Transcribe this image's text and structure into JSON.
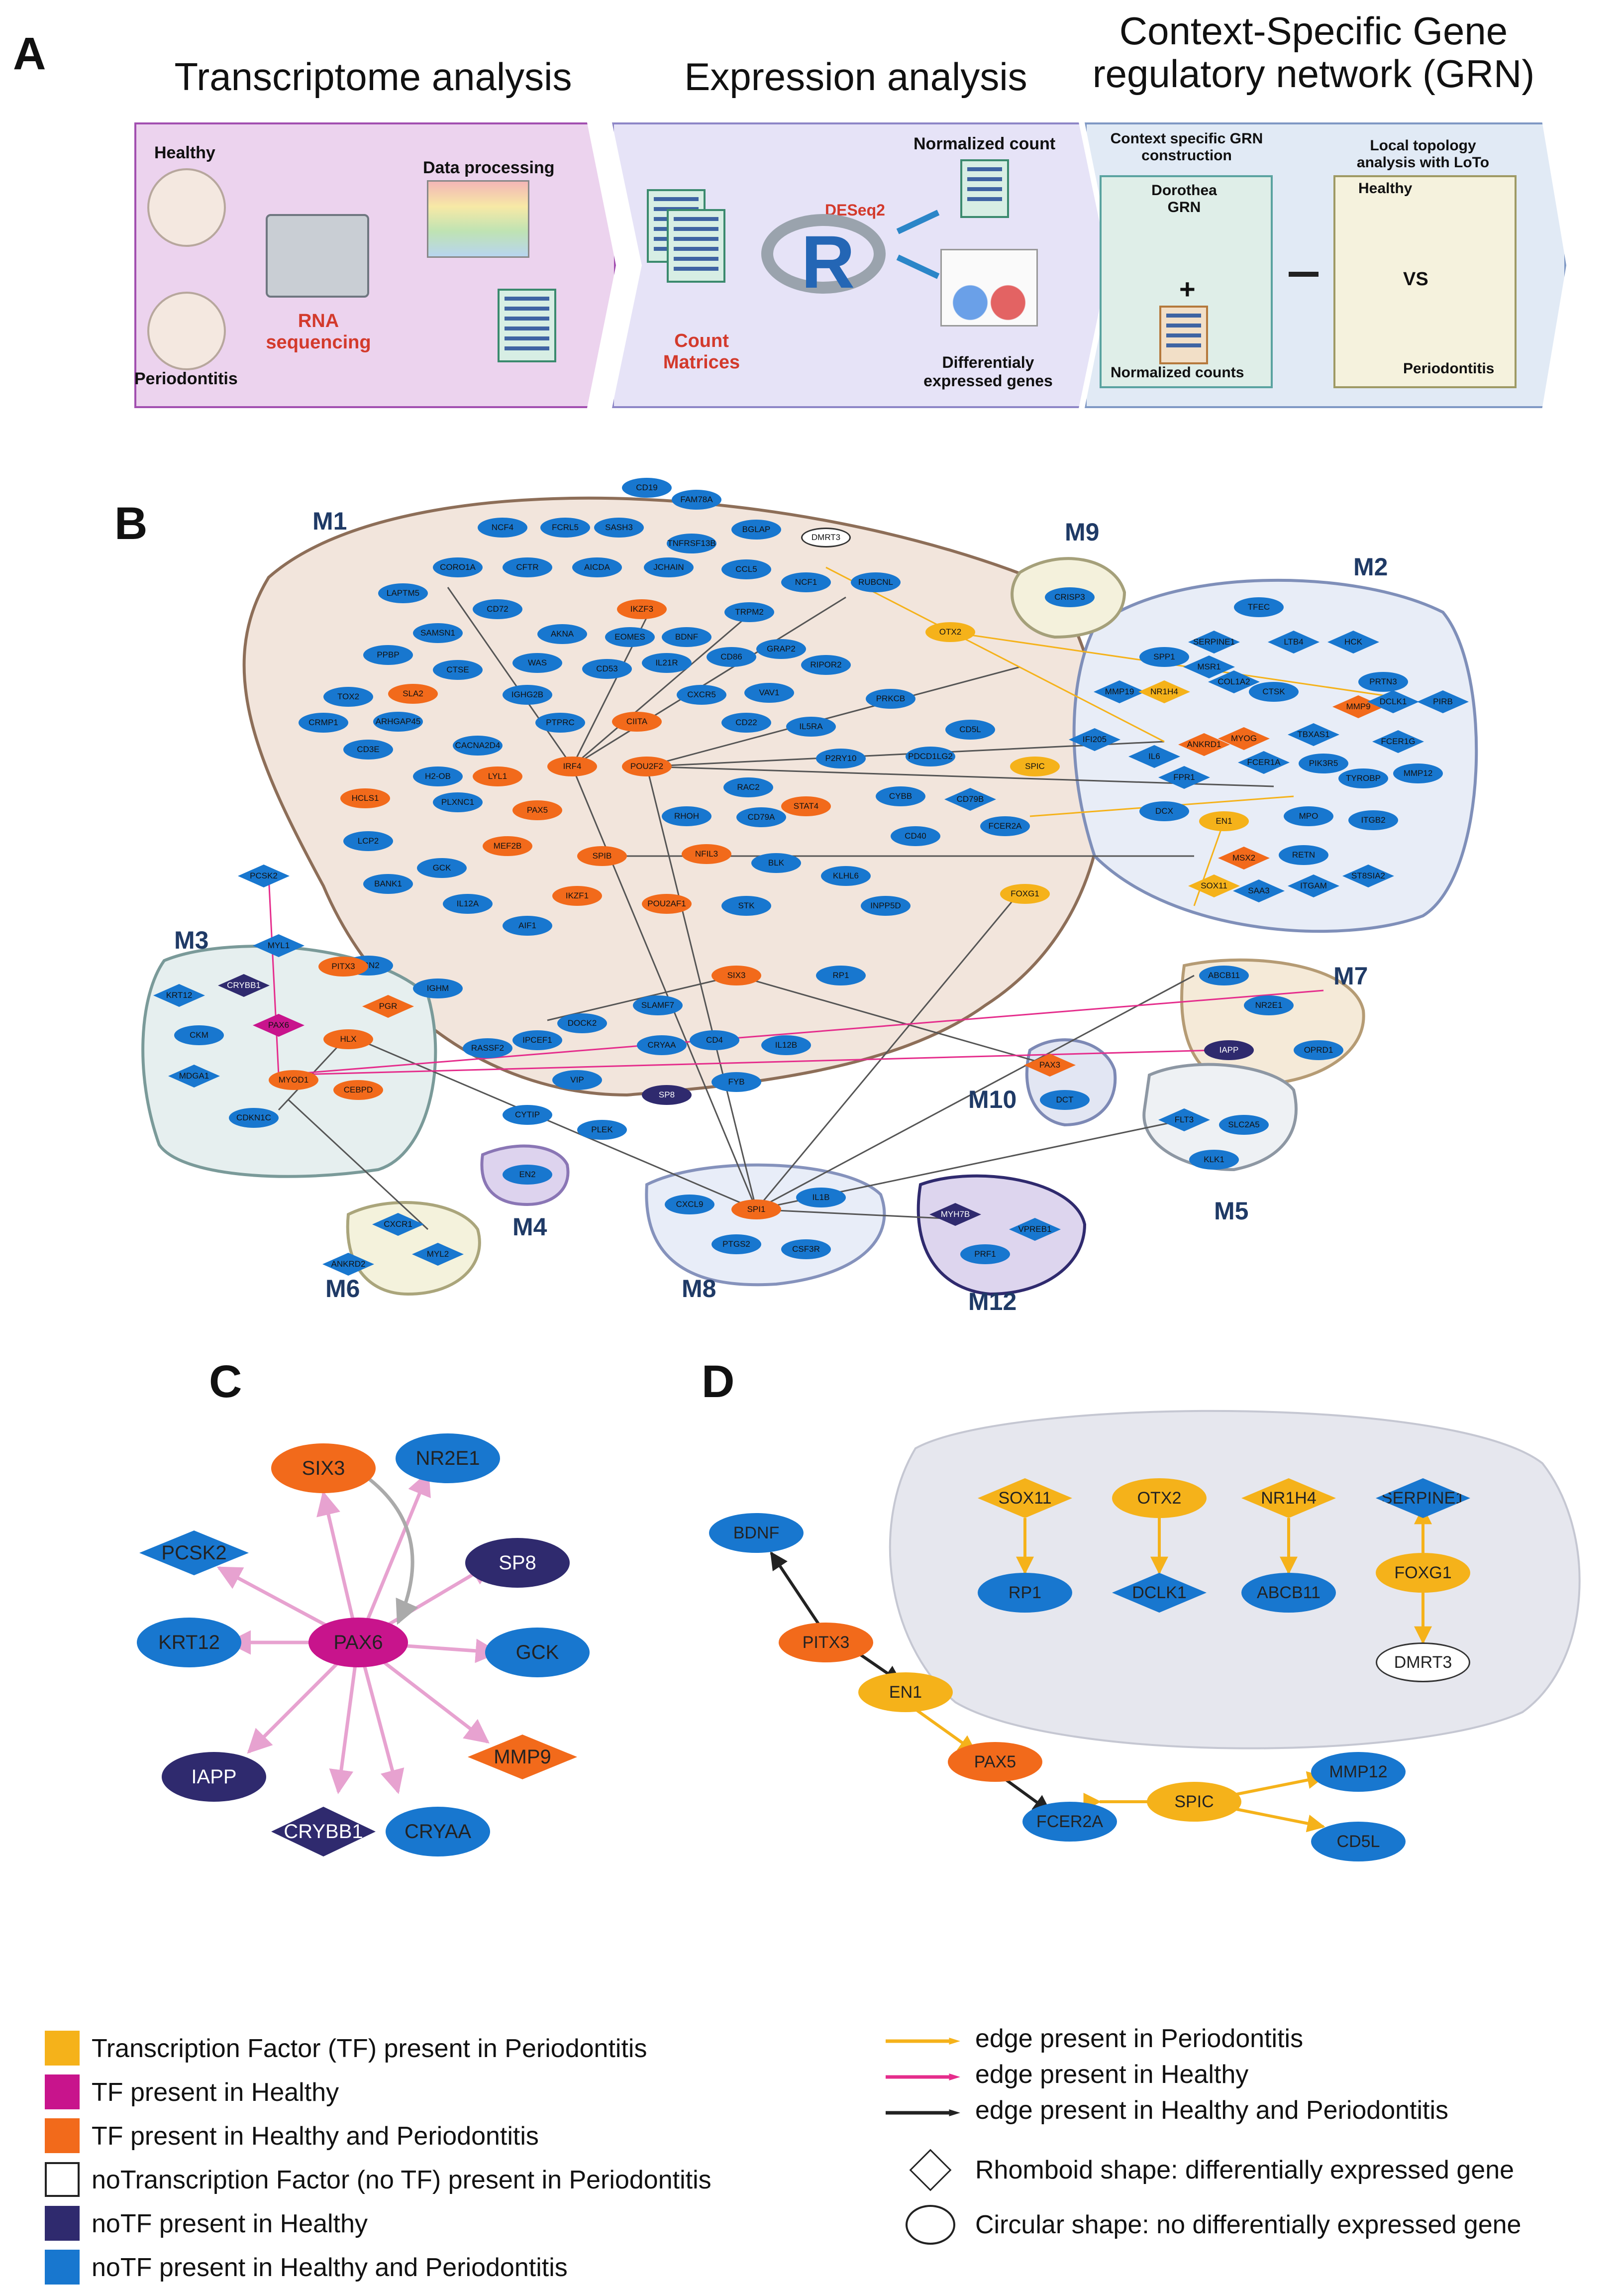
{
  "panels": {
    "a": "A",
    "b": "B",
    "c": "C",
    "d": "D"
  },
  "panel_a": {
    "titles": [
      "Transcriptome analysis",
      "Expression analysis",
      "Context-Specific Gene regulatory network (GRN)"
    ],
    "healthy": "Healthy",
    "periodontitis": "Periodontitis",
    "rna_seq": "RNA sequencing",
    "data_processing": "Data processing",
    "count_matrices": "Count Matrices",
    "deseq2": "DESeq2",
    "r_logo": "R",
    "normalized_count": "Normalized count",
    "deg": "Differentialy expressed genes",
    "context_title": "Context specific GRN construction",
    "dorothea": "Dorothea GRN",
    "plus": "+",
    "normalized_counts": "Normalized counts",
    "local_title": "Local topology analysis with LoTo",
    "loto_healthy": "Healthy",
    "vs": "VS",
    "loto_perio": "Periodontitis"
  },
  "colors": {
    "tf_perio": "#f5b21a",
    "tf_healthy": "#c8148c",
    "tf_both": "#f26a1b",
    "notf_perio": "#ffffff",
    "notf_healthy": "#2f2a6e",
    "notf_both": "#1877cf",
    "edge_perio": "#f5b21a",
    "edge_healthy": "#e52d8c",
    "edge_both": "#222222",
    "edge_c": "#e7a2d0"
  },
  "panel_b": {
    "modules": [
      "M1",
      "M2",
      "M3",
      "M4",
      "M5",
      "M6",
      "M7",
      "M8",
      "M9",
      "M10",
      "M12"
    ],
    "nodes": [
      "CD19",
      "FAM78A",
      "NCF4",
      "FCRL5",
      "SASH3",
      "TNFRSF13B",
      "BGLAP",
      "DMRT3",
      "CORO1A",
      "CFTR",
      "AICDA",
      "JCHAIN",
      "CCL5",
      "NCF1",
      "RUBCNL",
      "LAPTM5",
      "CD72",
      "IKZF3",
      "TRPM2",
      "SAMSN1",
      "AKNA",
      "EOMES",
      "BDNF",
      "GRAP2",
      "PPBP",
      "CTSE",
      "WAS",
      "CD53",
      "IL21R",
      "CD86",
      "RIPOR2",
      "TOX2",
      "SLA2",
      "IGHG2B",
      "CXCR5",
      "VAV1",
      "PRKCB",
      "CRMP1",
      "ARHGAP45",
      "PTPRC",
      "CIITA",
      "CD22",
      "IL5RA",
      "CD5L",
      "CD3E",
      "CACNA2D4",
      "IRF4",
      "POU2F2",
      "P2RY10",
      "PDCD1LG2",
      "H2-OB",
      "LYL1",
      "RAC2",
      "SPIC",
      "HCLS1",
      "PLXNC1",
      "PAX5",
      "RHOH",
      "CD79A",
      "STAT4",
      "CYBB",
      "CD79B",
      "FCER2A",
      "LCP2",
      "MEF2B",
      "SPIB",
      "NFIL3",
      "BLK",
      "CD40",
      "KLHL6",
      "GCK",
      "IKZF1",
      "POU2AF1",
      "STK",
      "INPP5D",
      "FOXG1",
      "BANK1",
      "IL12A",
      "AIF1",
      "SIX3",
      "RP1",
      "CSN2",
      "IGHM",
      "SLAMF7",
      "DOCK2",
      "IPCEF1",
      "CRYAA",
      "CD4",
      "IL12B",
      "RASSF2",
      "VIP",
      "FYB",
      "SP8",
      "CYTIP",
      "PLEK",
      "SPI1",
      "CXCL9",
      "IL1B",
      "PTGS2",
      "CSF3R",
      "EN2",
      "MYH7B",
      "VPREB1",
      "PRF1",
      "FLT3",
      "SLC2A5",
      "KLK1",
      "DCT",
      "PAX3",
      "ABCB11",
      "NR2E1",
      "IAPP",
      "OPRD1",
      "CRISP3",
      "OTX2",
      "TFEC",
      "SERPINE1",
      "LTB4",
      "HCK",
      "SPP1",
      "MSR1",
      "COL1A2",
      "PRTN3",
      "MMP19",
      "NR1H4",
      "CTSK",
      "MMP9",
      "DCLK1",
      "PIRB",
      "IFI205",
      "MYOG",
      "TBXAS1",
      "FCER1G",
      "IL6",
      "ANKRD1",
      "FCER1A",
      "PIK3R5",
      "MMP12",
      "FPR1",
      "TYROBP",
      "DCX",
      "EN1",
      "MPO",
      "ITGB2",
      "MSX2",
      "SOX11",
      "SAA3",
      "RETN",
      "ITGAM",
      "ST8SIA2",
      "PCSK2",
      "MYL1",
      "PITX3",
      "KRT12",
      "CRYBB1",
      "PGR",
      "CKM",
      "PAX6",
      "HLX",
      "MDGA1",
      "MYOD1",
      "CEBPD",
      "CDKN1C",
      "CXCR1",
      "ANKRD2",
      "MYL2"
    ]
  },
  "panel_c": {
    "center": "PAX6",
    "targets": [
      "SIX3",
      "NR2E1",
      "PCSK2",
      "SP8",
      "KRT12",
      "GCK",
      "IAPP",
      "MMP9",
      "CRYBB1",
      "CRYAA"
    ]
  },
  "panel_d": {
    "chain": [
      "BDNF",
      "PITX3",
      "EN1",
      "PAX5",
      "FCER2A",
      "SPIC",
      "MMP12",
      "CD5L"
    ],
    "cluster": [
      "SOX11",
      "OTX2",
      "NR1H4",
      "SERPINE1",
      "RP1",
      "DCLK1",
      "ABCB11",
      "FOXG1",
      "DMRT3"
    ]
  },
  "legend": {
    "nodes": [
      "Transcription Factor (TF) present in Periodontitis",
      "TF present in Healthy",
      "TF present in Healthy and Periodontitis",
      "noTranscription Factor (no TF) present in Periodontitis",
      "noTF present in Healthy",
      "noTF present in Healthy and Periodontitis"
    ],
    "edges": [
      "edge present in Periodontitis",
      "edge present in Healthy",
      "edge present in Healthy and Periodontitis"
    ],
    "shapes": [
      "Rhomboid shape: differentially expressed gene",
      "Circular shape: no differentially expressed gene"
    ]
  }
}
